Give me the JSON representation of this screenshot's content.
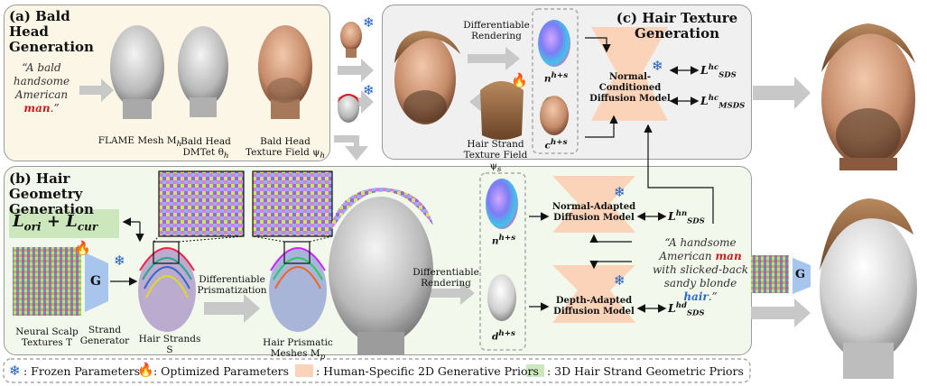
{
  "panel_a": {
    "title": "(a) Bald Head\nGeneration",
    "prompt_pre": "“A bald handsome American ",
    "prompt_key": "man",
    "prompt_post": ".”",
    "mesh_label": "FLAME Mesh M",
    "mesh_sub": "h",
    "dmtet_label": "Bald Head\nDMTet θ",
    "dmtet_sub": "h",
    "tex_label": "Bald Head\nTexture Field ψ",
    "tex_sub": "h"
  },
  "panel_b": {
    "title": "(b) Hair Geometry\nGeneration",
    "loss": "L",
    "loss_ori": "ori",
    "loss_cur": "cur",
    "scalp_label": "Neural Scalp\nTextures T",
    "generator_label": "Strand\nGenerator",
    "generator_letter": "G",
    "strands_label": "Hair Strands S",
    "prismatization_label": "Differentiable\nPrismatization",
    "prismatic_label": "Hair Prismatic\nMeshes M",
    "prismatic_sub": "p",
    "render_label": "Differentiable\nRendering",
    "normal_sym": "n",
    "normal_sup": "h+s",
    "depth_sym": "d",
    "depth_sup": "h+s",
    "normal_model": "Normal-Adapted\nDiffusion Model",
    "depth_model": "Depth-Adapted\nDiffusion Model",
    "loss_hn_sup": "hn",
    "loss_hd_sup": "hd",
    "loss_sub": "SDS",
    "prompt_pre": "“A handsome American ",
    "prompt_key1": "man",
    "prompt_mid": " with slicked-back sandy blonde ",
    "prompt_key2": "hair",
    "prompt_post": ".”"
  },
  "panel_c": {
    "title": "(c) Hair Texture\nGeneration",
    "render_label": "Differentiable\nRendering",
    "texfield_label": "Hair Strand\nTexture Field ψ",
    "texfield_sub": "s",
    "normal_sym": "n",
    "normal_sup": "h+s",
    "color_sym": "c",
    "color_sup": "h+s",
    "model": "Normal-\nConditioned\nDiffusion Model",
    "loss_hc_sup": "hc",
    "loss_sds_sub": "SDS",
    "loss_msds_sub": "MSDS"
  },
  "right": {
    "generator_letter": "G"
  },
  "legend": {
    "frozen": ": Frozen Parameters",
    "optimized": ": Optimized Parameters",
    "priors_2d": ": Human-Specific 2D Generative Priors",
    "priors_3d": ": 3D Hair Strand Geometric Priors"
  },
  "colors": {
    "diffusion": "#fbd3b8",
    "geometric": "#cde7bd",
    "panel_a_bg": "#fbf6e6",
    "panel_b_bg": "#f3f8ec",
    "panel_c_bg": "#f0f0f0",
    "snowflake": "#1f5fc1",
    "flame": "#ef6a16",
    "prompt_red": "#d0191c",
    "prompt_blue": "#2b6cc4"
  }
}
